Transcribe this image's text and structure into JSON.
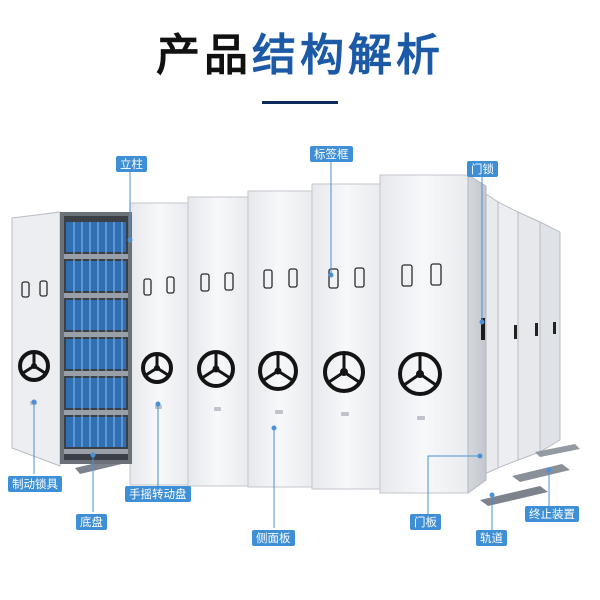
{
  "title_main": "产品",
  "title_accent": "结构解析",
  "colors": {
    "accent_blue": "#1c5aa8",
    "label_bg": "#3f8fd6",
    "title_rule": "#0d2c5e",
    "cabinet_white": "#f3f4f6",
    "binder_blue": "#2f6fb3"
  },
  "labels": {
    "upright_post": "立柱",
    "label_frame": "标签框",
    "door_lock": "门锁",
    "brake_lock": "制动锁具",
    "hand_crank_disc": "手摇转动盘",
    "base_plate": "底盘",
    "side_panel": "侧面板",
    "door_panel": "门板",
    "rail": "轨道",
    "end_stop": "终止装置"
  }
}
